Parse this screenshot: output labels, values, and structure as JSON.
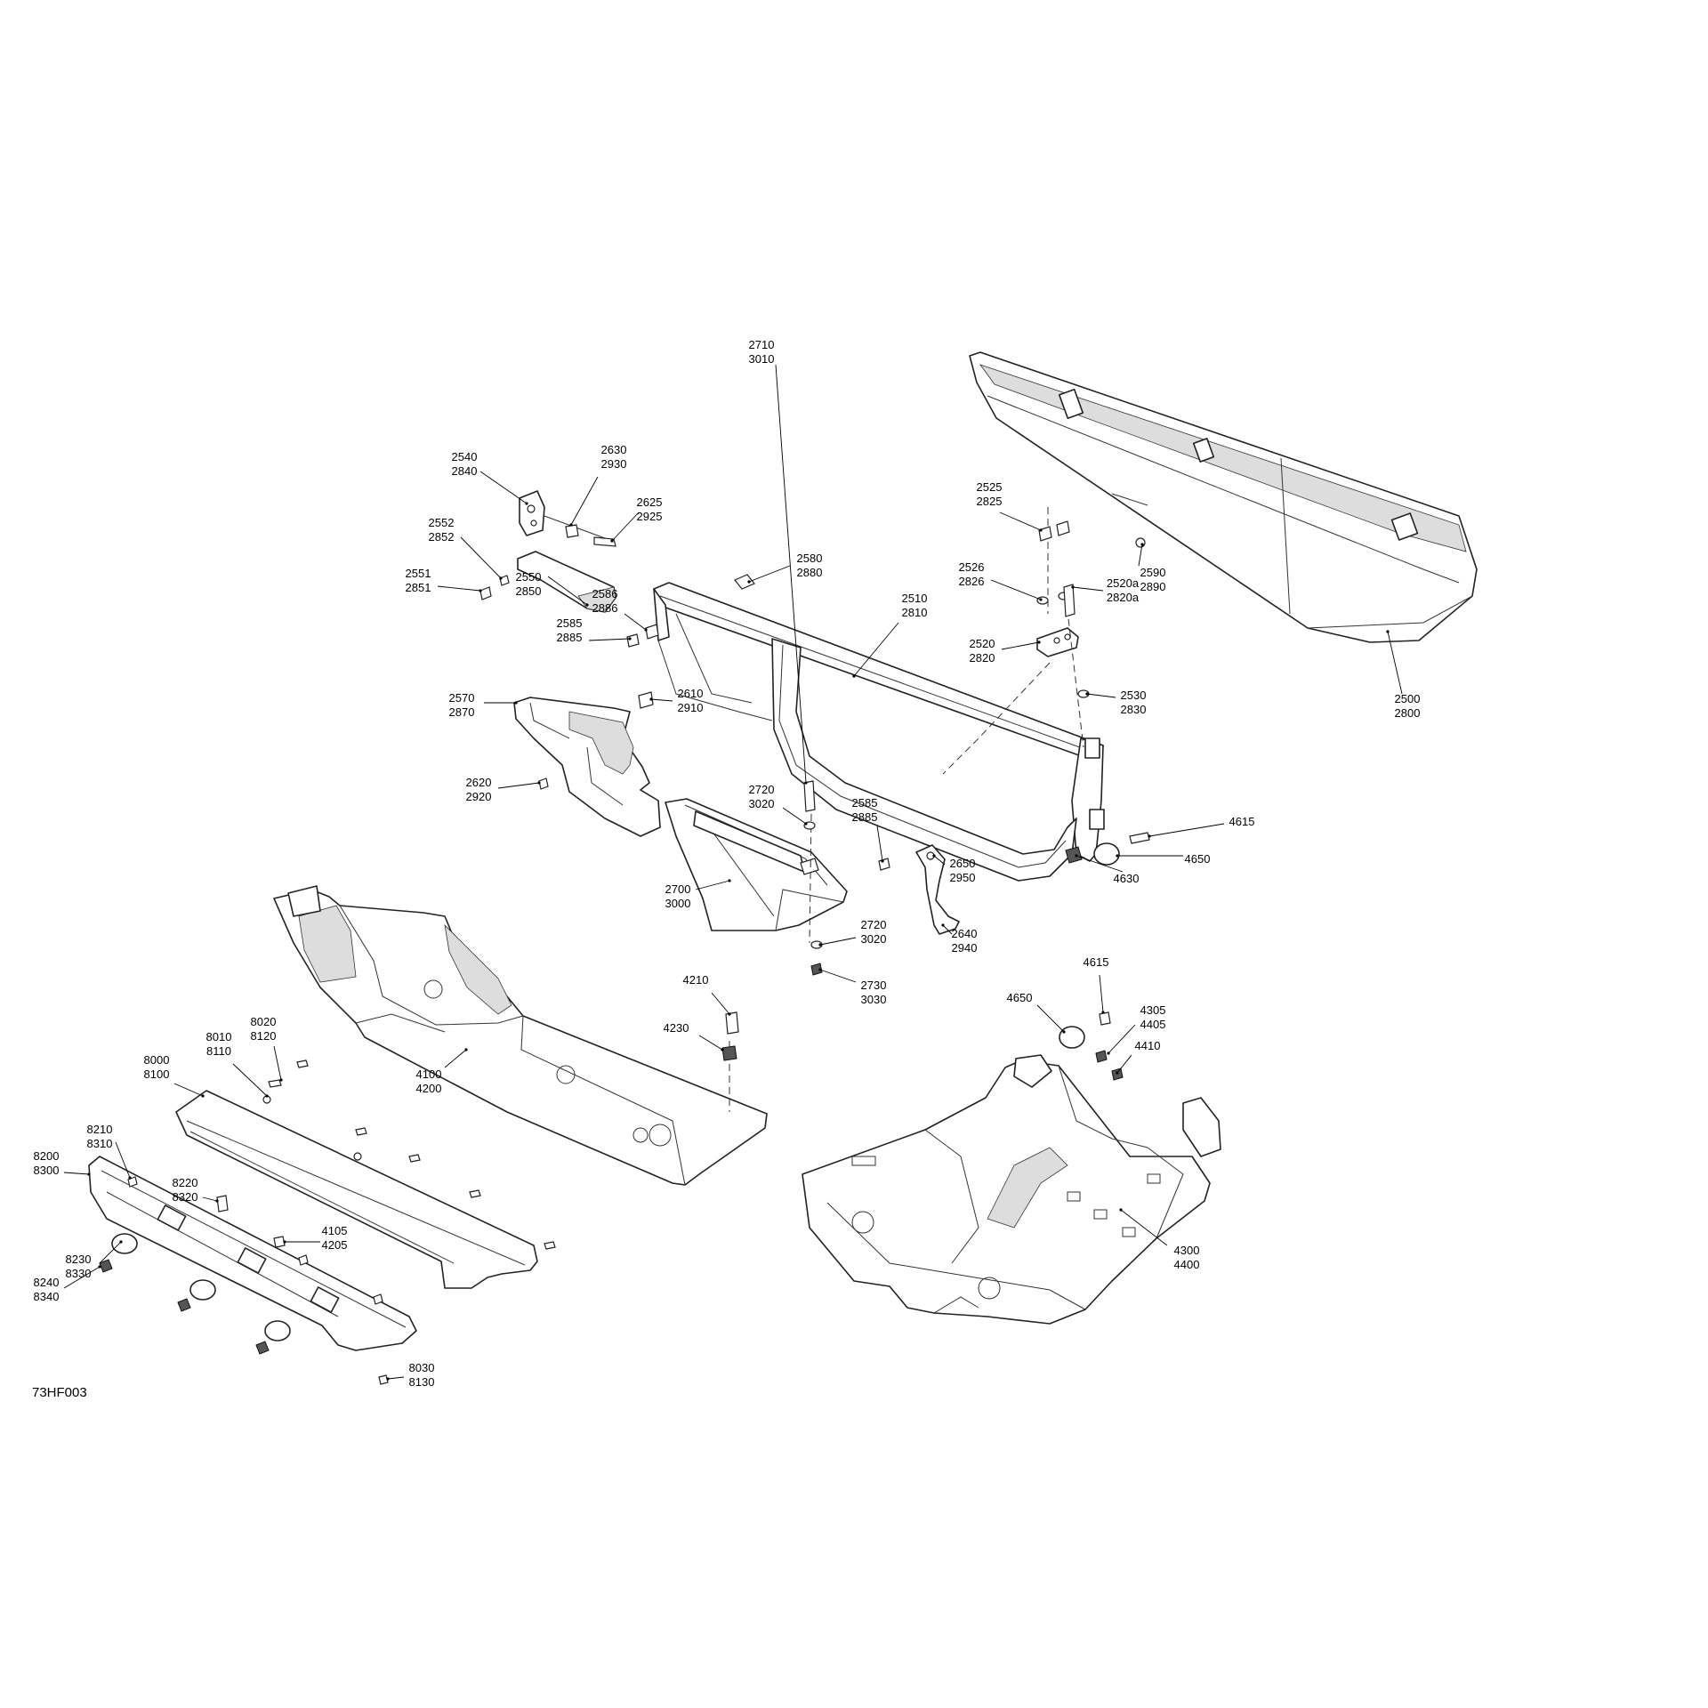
{
  "diagram": {
    "reference_code": "73HF003",
    "callouts": [
      {
        "lines": [
          "2540",
          "2840"
        ]
      },
      {
        "lines": [
          "2630",
          "2930"
        ]
      },
      {
        "lines": [
          "2625",
          "2925"
        ]
      },
      {
        "lines": [
          "2552",
          "2852"
        ]
      },
      {
        "lines": [
          "2551",
          "2851"
        ]
      },
      {
        "lines": [
          "2550",
          "2850"
        ]
      },
      {
        "lines": [
          "2580",
          "2880"
        ]
      },
      {
        "lines": [
          "2586",
          "2886"
        ]
      },
      {
        "lines": [
          "2585",
          "2885"
        ]
      },
      {
        "lines": [
          "2610",
          "2910"
        ]
      },
      {
        "lines": [
          "2570",
          "2870"
        ]
      },
      {
        "lines": [
          "2620",
          "2920"
        ]
      },
      {
        "lines": [
          "2510",
          "2810"
        ]
      },
      {
        "lines": [
          "2525",
          "2825"
        ]
      },
      {
        "lines": [
          "2526",
          "2826"
        ]
      },
      {
        "lines": [
          "2520a",
          "2820a"
        ]
      },
      {
        "lines": [
          "2520",
          "2820"
        ]
      },
      {
        "lines": [
          "2530",
          "2830"
        ]
      },
      {
        "lines": [
          "2590",
          "2890"
        ]
      },
      {
        "lines": [
          "2500",
          "2800"
        ]
      },
      {
        "lines": [
          "2710",
          "3010"
        ]
      },
      {
        "lines": [
          "2720",
          "3020"
        ]
      },
      {
        "lines": [
          "2700",
          "3000"
        ]
      },
      {
        "lines": [
          "2585",
          "2885"
        ]
      },
      {
        "lines": [
          "2650",
          "2950"
        ]
      },
      {
        "lines": [
          "2640",
          "2940"
        ]
      },
      {
        "lines": [
          "2720",
          "3020"
        ]
      },
      {
        "lines": [
          "2730",
          "3030"
        ]
      },
      {
        "lines": [
          "4615"
        ]
      },
      {
        "lines": [
          "4650"
        ]
      },
      {
        "lines": [
          "4630"
        ]
      },
      {
        "lines": [
          "4210"
        ]
      },
      {
        "lines": [
          "4230"
        ]
      },
      {
        "lines": [
          "4100",
          "4200"
        ]
      },
      {
        "lines": [
          "8020",
          "8120"
        ]
      },
      {
        "lines": [
          "8010",
          "8110"
        ]
      },
      {
        "lines": [
          "8000",
          "8100"
        ]
      },
      {
        "lines": [
          "8210",
          "8310"
        ]
      },
      {
        "lines": [
          "8200",
          "8300"
        ]
      },
      {
        "lines": [
          "8220",
          "8320"
        ]
      },
      {
        "lines": [
          "8230",
          "8330"
        ]
      },
      {
        "lines": [
          "8240",
          "8340"
        ]
      },
      {
        "lines": [
          "4105",
          "4205"
        ]
      },
      {
        "lines": [
          "8030",
          "8130"
        ]
      },
      {
        "lines": [
          "4650"
        ]
      },
      {
        "lines": [
          "4615"
        ]
      },
      {
        "lines": [
          "4305",
          "4405"
        ]
      },
      {
        "lines": [
          "4410"
        ]
      },
      {
        "lines": [
          "4300",
          "4400"
        ]
      }
    ]
  }
}
